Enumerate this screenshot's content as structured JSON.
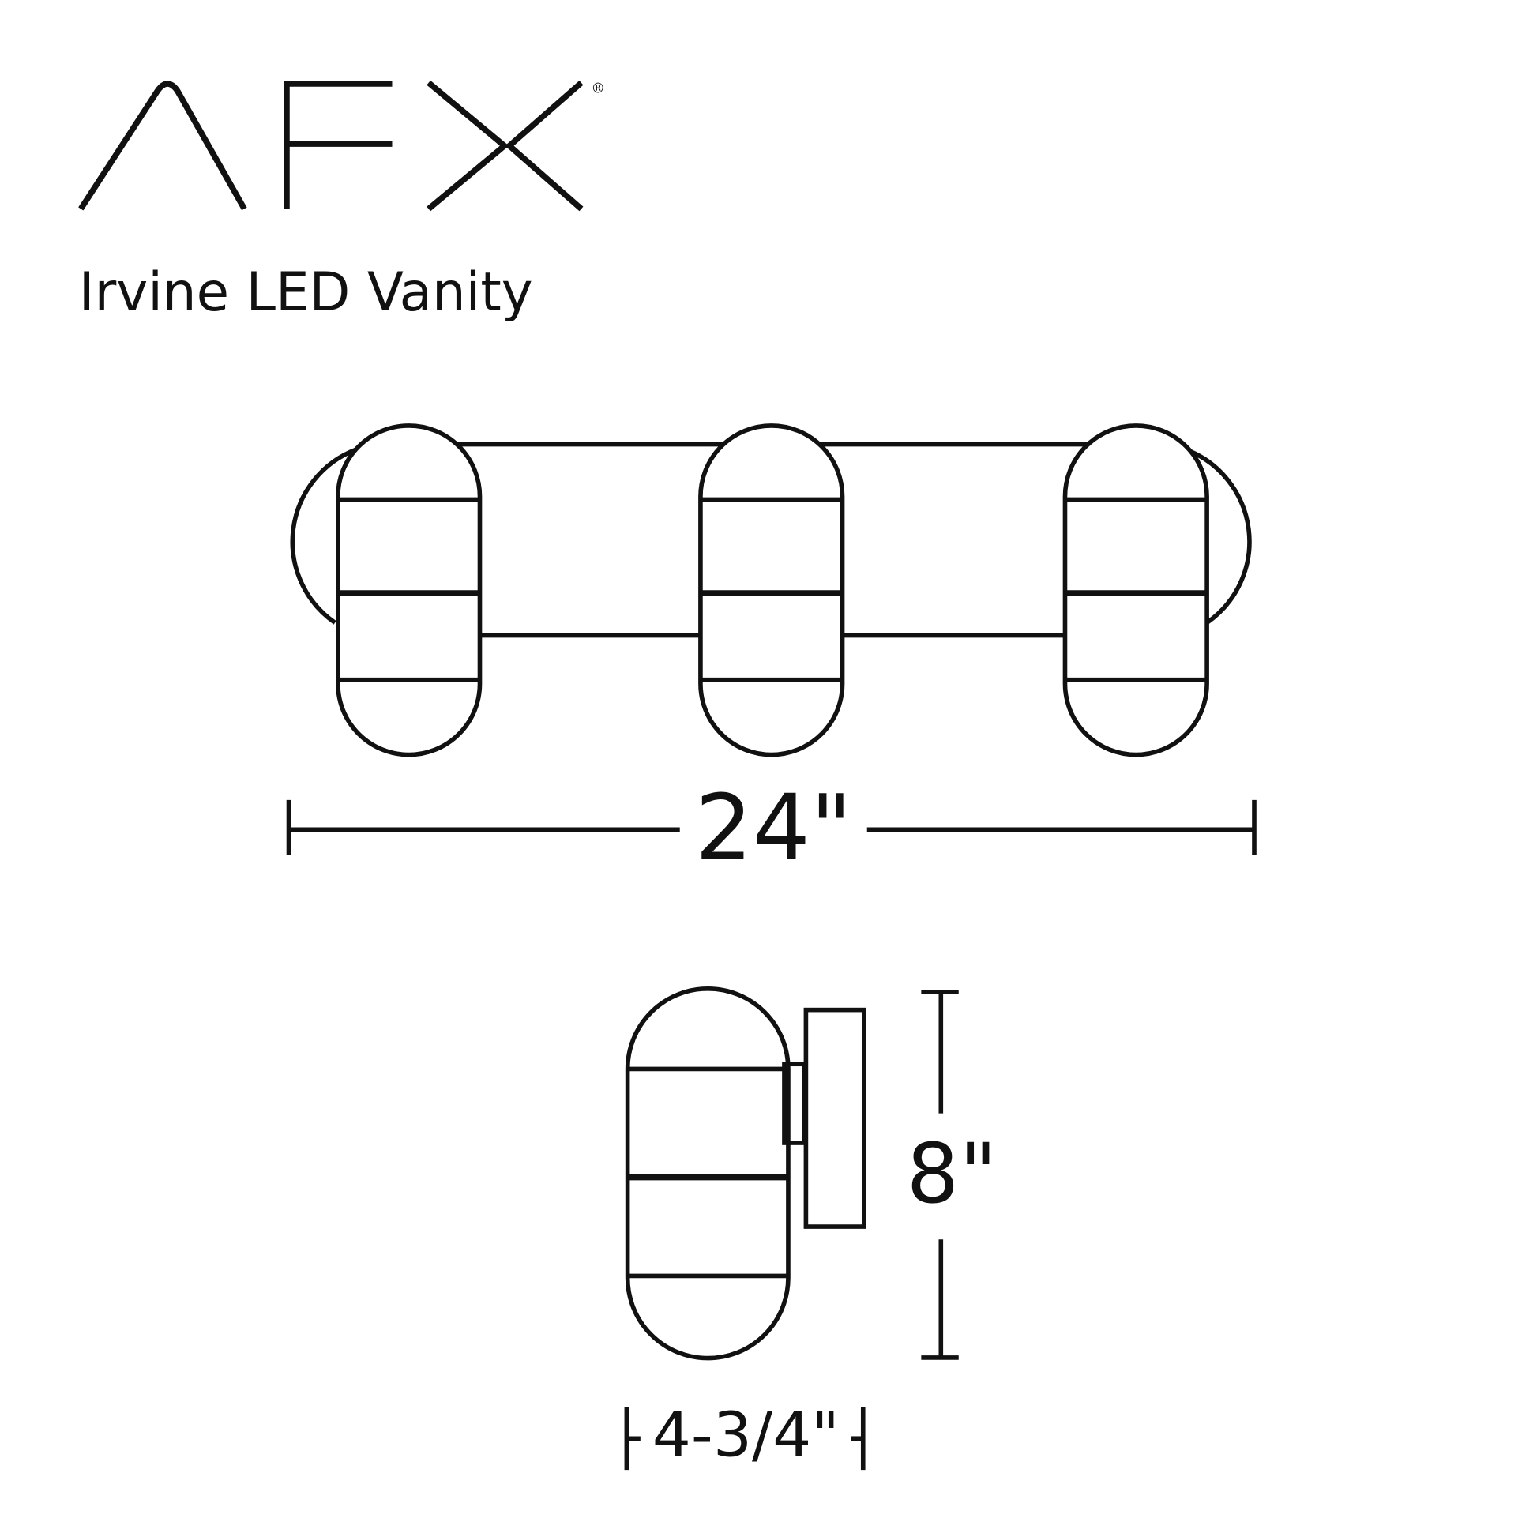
{
  "brand": {
    "logo_text": "AFX",
    "registered_mark": "®"
  },
  "product": {
    "title": "Irvine LED Vanity"
  },
  "dimensions": {
    "width": "24\"",
    "height": "8\"",
    "depth": "4-3/4\""
  },
  "colors": {
    "line": "#111111",
    "background": "#ffffff"
  }
}
